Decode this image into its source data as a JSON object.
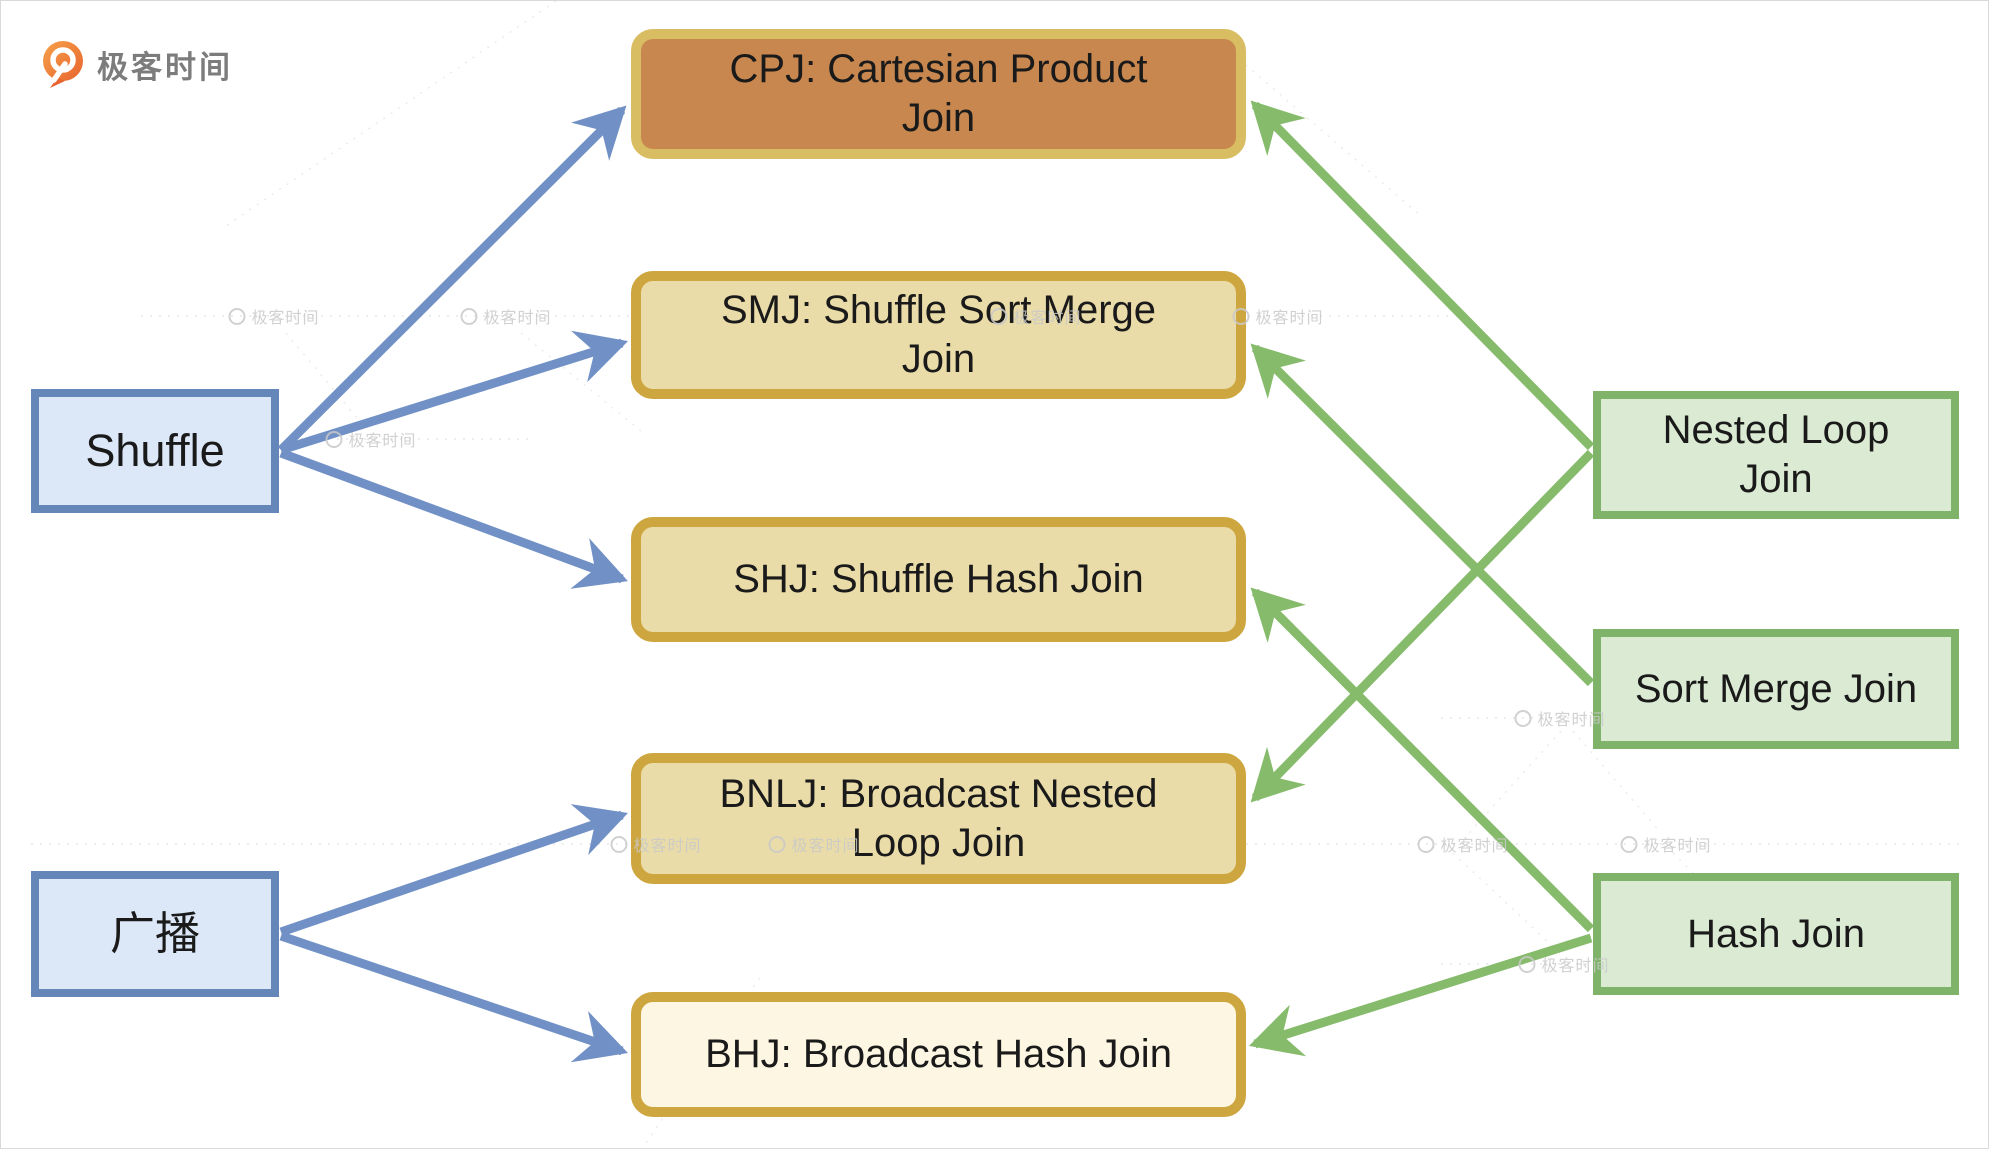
{
  "logo": {
    "brand": "极客时间"
  },
  "watermark": {
    "text": "极客时间"
  },
  "diagram": {
    "left_nodes": [
      {
        "id": "shuffle",
        "label": "Shuffle"
      },
      {
        "id": "broadcast",
        "label": "广播"
      }
    ],
    "middle_nodes": [
      {
        "id": "cpj",
        "label": "CPJ: Cartesian Product\nJoin"
      },
      {
        "id": "smj",
        "label": "SMJ: Shuffle Sort Merge\nJoin"
      },
      {
        "id": "shj",
        "label": "SHJ: Shuffle Hash Join"
      },
      {
        "id": "bnlj",
        "label": "BNLJ: Broadcast Nested\nLoop Join"
      },
      {
        "id": "bhj",
        "label": "BHJ: Broadcast Hash Join"
      }
    ],
    "right_nodes": [
      {
        "id": "nested-loop-join",
        "label": "Nested Loop\nJoin"
      },
      {
        "id": "sort-merge-join",
        "label": "Sort Merge Join"
      },
      {
        "id": "hash-join",
        "label": "Hash Join"
      }
    ],
    "edges": [
      {
        "from": "shuffle",
        "to": "cpj",
        "color": "blue"
      },
      {
        "from": "shuffle",
        "to": "smj",
        "color": "blue"
      },
      {
        "from": "shuffle",
        "to": "shj",
        "color": "blue"
      },
      {
        "from": "broadcast",
        "to": "bnlj",
        "color": "blue"
      },
      {
        "from": "broadcast",
        "to": "bhj",
        "color": "blue"
      },
      {
        "from": "nested-loop-join",
        "to": "cpj",
        "color": "green"
      },
      {
        "from": "nested-loop-join",
        "to": "bnlj",
        "color": "green"
      },
      {
        "from": "sort-merge-join",
        "to": "smj",
        "color": "green"
      },
      {
        "from": "hash-join",
        "to": "shj",
        "color": "green"
      },
      {
        "from": "hash-join",
        "to": "bhj",
        "color": "green"
      }
    ],
    "colors": {
      "blue_arrow": "#7191C6",
      "green_arrow": "#86BB6B",
      "blue_border": "#6586B9",
      "blue_fill": "#DCE8F8",
      "gold_border": "#CEA63F",
      "tan_fill": "#EADCA9",
      "cpj_fill": "#C8874F",
      "cpj_border": "#D9BD62",
      "cream_fill": "#FDF6E2",
      "green_border": "#7FB369",
      "green_fill": "#DBEBD3"
    }
  }
}
